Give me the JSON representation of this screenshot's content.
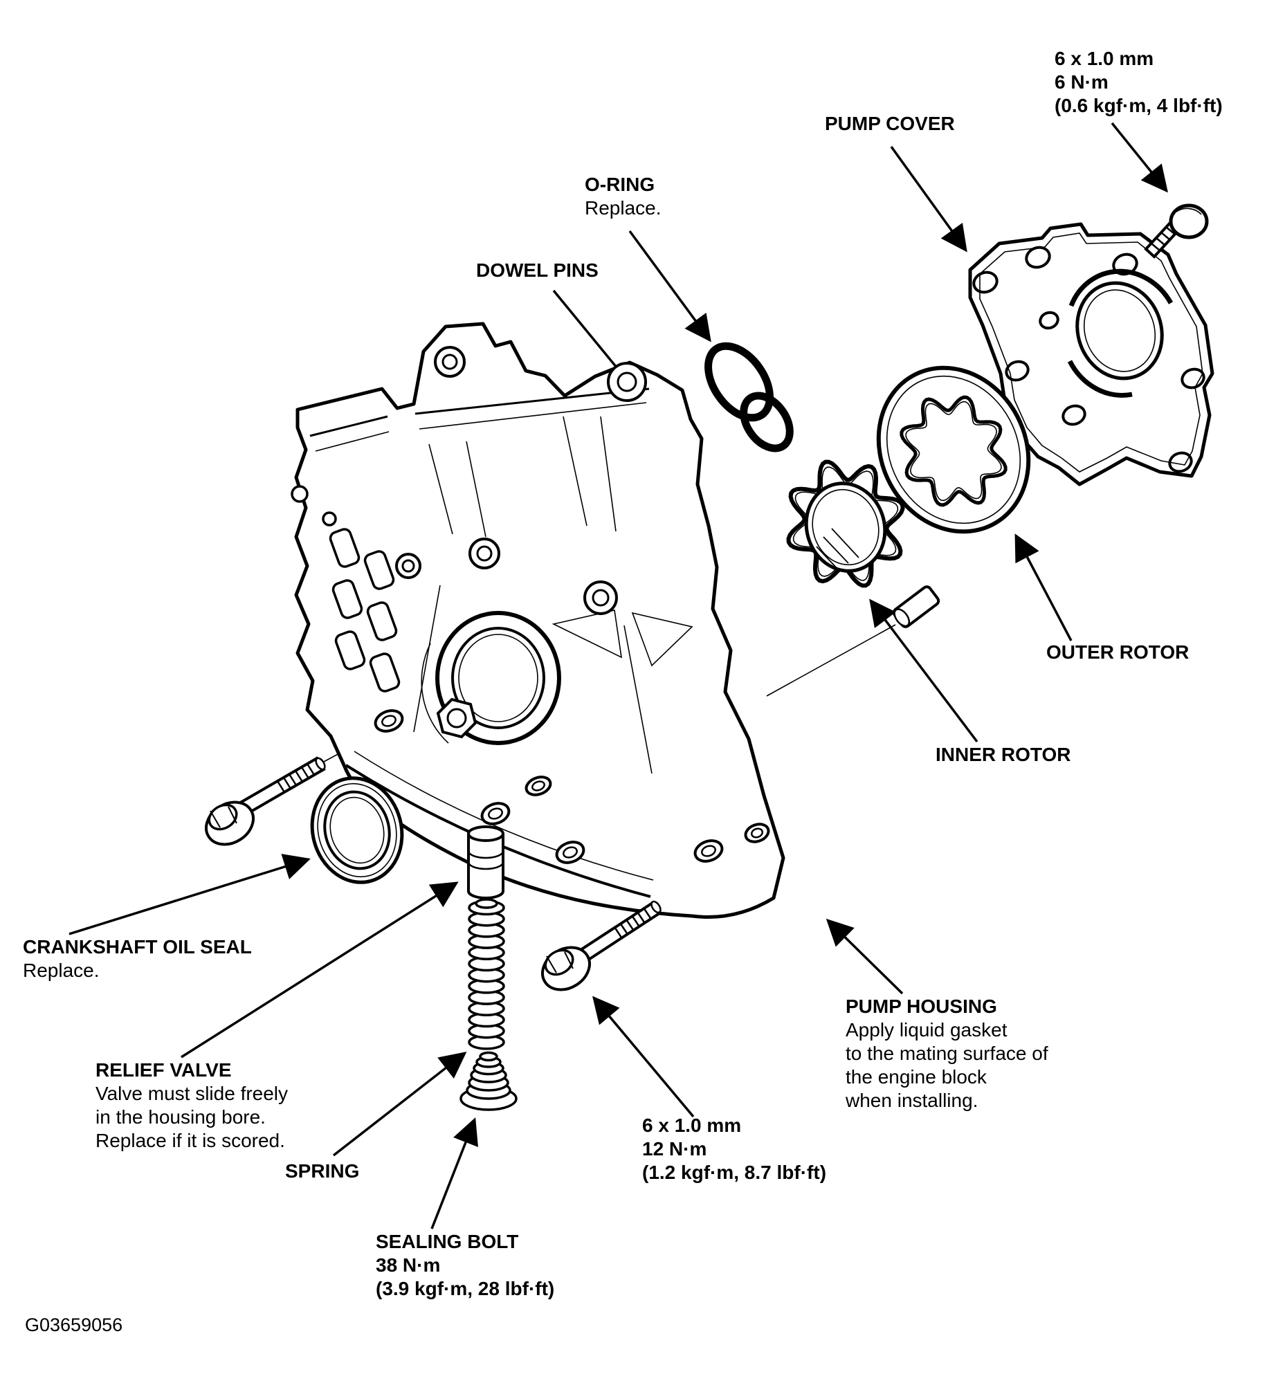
{
  "figure": {
    "code": "G03659056",
    "background": "#ffffff",
    "line_color": "#000000"
  },
  "labels": {
    "cover_bolt_spec": {
      "size": "6 x 1.0 mm",
      "torque": "6 N·m",
      "torque_alt": "(0.6 kgf·m, 4 lbf·ft)"
    },
    "pump_cover": {
      "title": "PUMP COVER"
    },
    "o_ring": {
      "title": "O-RING",
      "note": "Replace."
    },
    "dowel_pins": {
      "title": "DOWEL PINS"
    },
    "outer_rotor": {
      "title": "OUTER ROTOR"
    },
    "inner_rotor": {
      "title": "INNER ROTOR"
    },
    "crankshaft_oil_seal": {
      "title": "CRANKSHAFT OIL SEAL",
      "note": "Replace."
    },
    "relief_valve": {
      "title": "RELIEF VALVE",
      "note_lines": [
        "Valve must slide freely",
        "in the housing bore.",
        "Replace if it is scored."
      ]
    },
    "spring": {
      "title": "SPRING"
    },
    "sealing_bolt": {
      "title": "SEALING BOLT",
      "torque": "38 N·m",
      "torque_alt": "(3.9 kgf·m, 28 lbf·ft)"
    },
    "housing_bolt_spec": {
      "size": "6 x 1.0 mm",
      "torque": "12 N·m",
      "torque_alt": "(1.2 kgf·m, 8.7 lbf·ft)"
    },
    "pump_housing": {
      "title": "PUMP HOUSING",
      "note_lines": [
        "Apply liquid gasket",
        "to the mating surface of",
        "the engine block",
        "when installing."
      ]
    }
  }
}
